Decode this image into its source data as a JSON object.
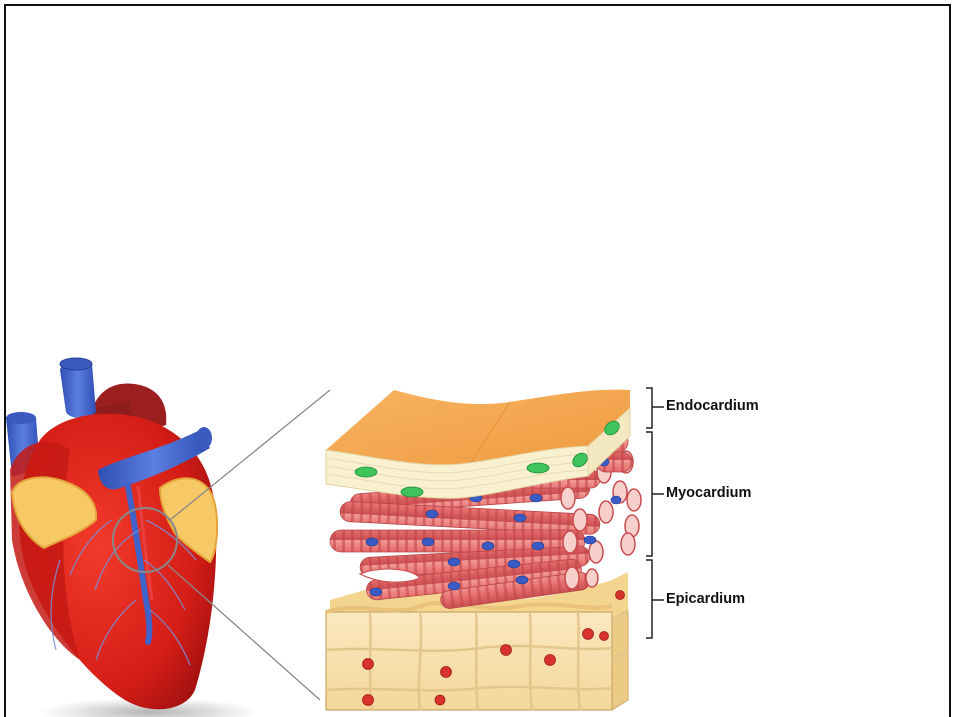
{
  "labels": {
    "endocardium": "Endocardium",
    "myocardium": "Myocardium",
    "epicardium": "Epicardium"
  },
  "colors": {
    "heart_red": "#e0241b",
    "vessel_blue": "#3f63c8",
    "fat_yellow": "#f7c866",
    "endocardium_top": "#f4a34c",
    "endocardium_body": "#f8f0cf",
    "muscle_pink": "#ec7a78",
    "muscle_stripe": "#c94b4e",
    "nucleus_blue": "#3b5bc4",
    "cell_green": "#3ec45a",
    "epicardium_cells": "#f5deb0",
    "epicardium_nucleus": "#d8322c"
  }
}
